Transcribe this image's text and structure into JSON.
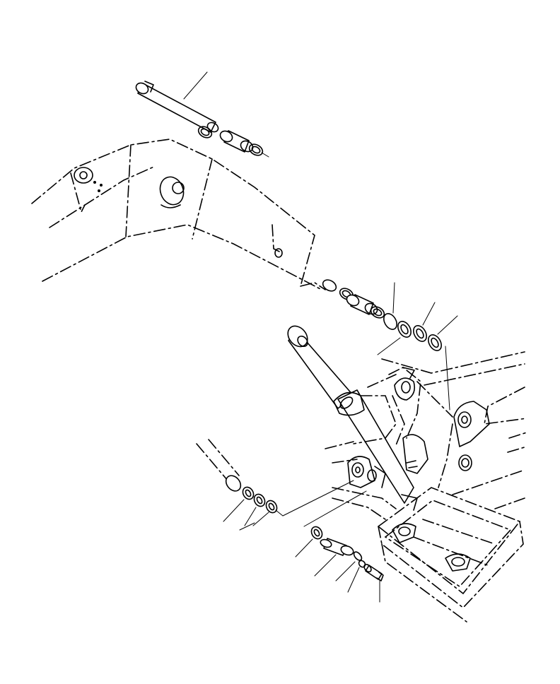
{
  "diagram": {
    "kind": "exploded-parts-drawing",
    "line_color": "#000000",
    "background": "#ffffff",
    "parts": [
      "boom-foot-pin",
      "boom-foot-bushing",
      "boom-foot-seal-ring",
      "boom-cylinder-bushing",
      "boom-cylinder-seal-ring",
      "shim-washer",
      "cylinder-pin",
      "snap-ring",
      "lock-washer",
      "bolt"
    ]
  }
}
